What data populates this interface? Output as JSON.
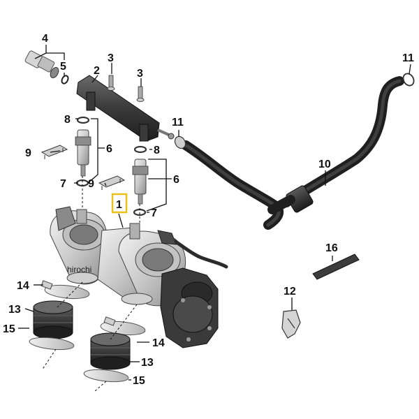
{
  "diagram": {
    "highlighted_part": "1",
    "watermark": "hirochi",
    "callouts": [
      "1",
      "2",
      "3",
      "3",
      "4",
      "5",
      "6",
      "6",
      "7",
      "7",
      "8",
      "8",
      "9",
      "9",
      "10",
      "11",
      "11",
      "12",
      "13",
      "13",
      "14",
      "14",
      "15",
      "15",
      "16"
    ],
    "colors": {
      "highlight": "#e8c21b",
      "metal_light": "#d9d9d9",
      "metal_mid": "#a8a8a8",
      "metal_dark": "#555555",
      "rubber": "#2e2e2e",
      "sensor": "#3a3a3a"
    }
  }
}
